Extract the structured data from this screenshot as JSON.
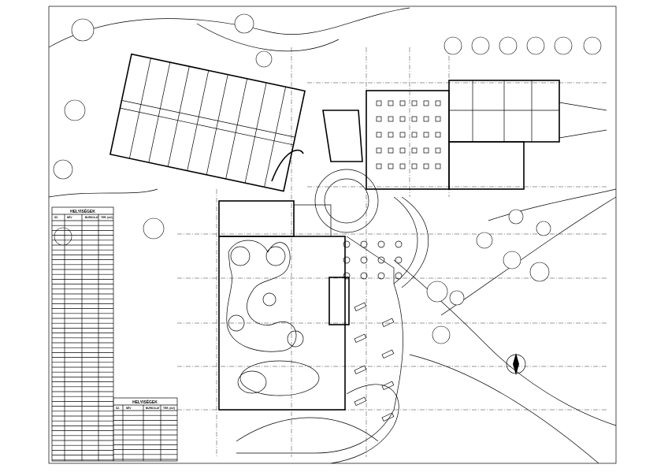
{
  "drawing": {
    "type": "architectural site floor plan"
  },
  "room_table_main": {
    "title": "HELYISÉGEK",
    "columns": [
      "SZ.",
      "NÉV",
      "BURKOLAT",
      "TER. (m2)"
    ]
  },
  "room_table_secondary": {
    "title": "HELYISÉGEK",
    "columns": [
      "SZ.",
      "NÉV",
      "BURKOLAT",
      "TER. (m2)"
    ]
  }
}
